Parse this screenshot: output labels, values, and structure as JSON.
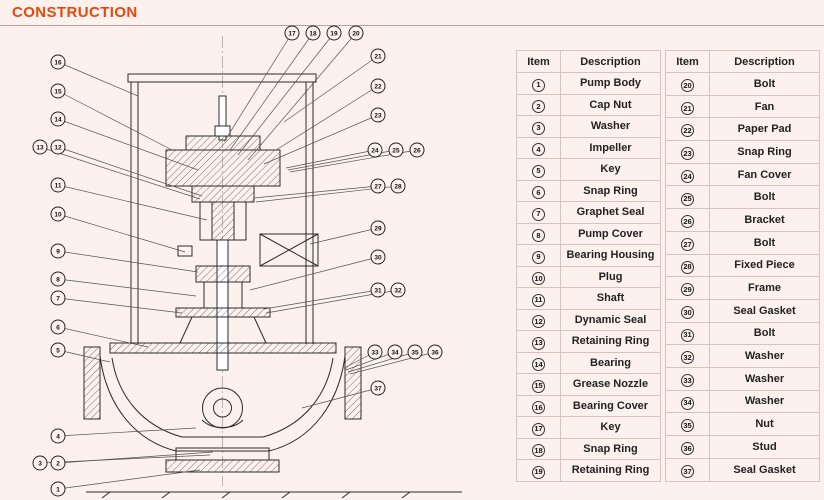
{
  "title": "CONSTRUCTION",
  "colors": {
    "accent": "#e8470b",
    "background": "#fcf1ec",
    "table_border": "#d6c3bc"
  },
  "tables": [
    {
      "headers": {
        "item": "Item",
        "description": "Description"
      },
      "rows": [
        {
          "item": "1",
          "description": "Pump Body"
        },
        {
          "item": "2",
          "description": "Cap Nut"
        },
        {
          "item": "3",
          "description": "Washer"
        },
        {
          "item": "4",
          "description": "Impeller"
        },
        {
          "item": "5",
          "description": "Key"
        },
        {
          "item": "6",
          "description": "Snap Ring"
        },
        {
          "item": "7",
          "description": "Graphet Seal"
        },
        {
          "item": "8",
          "description": "Pump Cover"
        },
        {
          "item": "9",
          "description": "Bearing Housing"
        },
        {
          "item": "10",
          "description": "Plug"
        },
        {
          "item": "11",
          "description": "Shaft"
        },
        {
          "item": "12",
          "description": "Dynamic Seal"
        },
        {
          "item": "13",
          "description": "Retaining Ring"
        },
        {
          "item": "14",
          "description": "Bearing"
        },
        {
          "item": "15",
          "description": "Grease Nozzle"
        },
        {
          "item": "16",
          "description": "Bearing Cover"
        },
        {
          "item": "17",
          "description": "Key"
        },
        {
          "item": "18",
          "description": "Snap Ring"
        },
        {
          "item": "19",
          "description": "Retaining Ring"
        }
      ]
    },
    {
      "headers": {
        "item": "Item",
        "description": "Description"
      },
      "rows": [
        {
          "item": "20",
          "description": "Bolt"
        },
        {
          "item": "21",
          "description": "Fan"
        },
        {
          "item": "22",
          "description": "Paper Pad"
        },
        {
          "item": "23",
          "description": "Snap Ring"
        },
        {
          "item": "24",
          "description": "Fan Cover"
        },
        {
          "item": "25",
          "description": "Bolt"
        },
        {
          "item": "26",
          "description": "Bracket"
        },
        {
          "item": "27",
          "description": "Bolt"
        },
        {
          "item": "28",
          "description": "Fixed Piece"
        },
        {
          "item": "29",
          "description": "Frame"
        },
        {
          "item": "30",
          "description": "Seal Gasket"
        },
        {
          "item": "31",
          "description": "Bolt"
        },
        {
          "item": "32",
          "description": "Washer"
        },
        {
          "item": "33",
          "description": "Washer"
        },
        {
          "item": "34",
          "description": "Washer"
        },
        {
          "item": "35",
          "description": "Nut"
        },
        {
          "item": "36",
          "description": "Stud"
        },
        {
          "item": "37",
          "description": "Seal Gasket"
        }
      ]
    }
  ],
  "diagram": {
    "description": "Vertical inline pump cross-section drawing with numbered part callouts",
    "callout_numbers": [
      "1",
      "2",
      "3",
      "4",
      "5",
      "6",
      "7",
      "8",
      "9",
      "10",
      "11",
      "12",
      "13",
      "14",
      "15",
      "16",
      "17",
      "18",
      "19",
      "20",
      "21",
      "22",
      "23",
      "24",
      "25",
      "26",
      "27",
      "28",
      "29",
      "30",
      "31",
      "32",
      "33",
      "34",
      "35",
      "36",
      "37"
    ]
  }
}
